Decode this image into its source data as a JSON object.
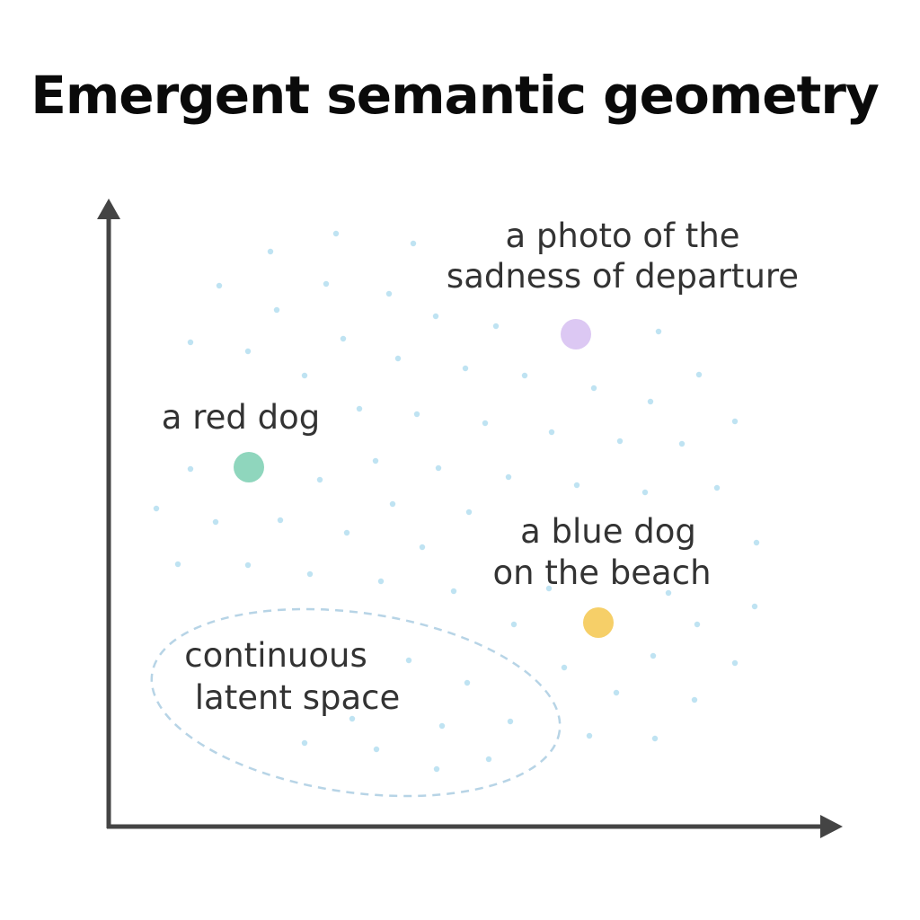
{
  "title": "Emergent semantic geometry",
  "colors": {
    "axis": "#444444",
    "background_points": "#bfe3f2",
    "region_outline": "#b7d4e6",
    "text": "#333333",
    "red_dog_point": "#8fd6bd",
    "sadness_point": "#dcc8f3",
    "blue_dog_point": "#f6cf68"
  },
  "concepts": [
    {
      "id": "red-dog",
      "lines": [
        "a red dog"
      ]
    },
    {
      "id": "sadness",
      "lines": [
        "a photo of the",
        "sadness of departure"
      ]
    },
    {
      "id": "blue-dog",
      "lines": [
        "a blue dog",
        "on the beach"
      ]
    }
  ],
  "region": {
    "lines": [
      "continuous",
      "latent space"
    ],
    "style": "dashed outline"
  }
}
